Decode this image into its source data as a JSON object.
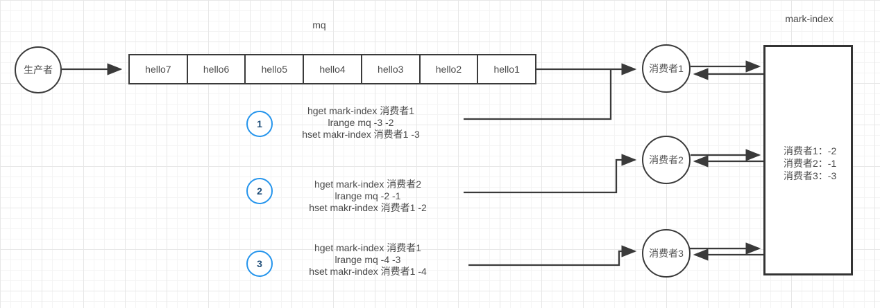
{
  "queue": {
    "title": "mq",
    "cells": [
      "hello7",
      "hello6",
      "hello5",
      "hello4",
      "hello3",
      "hello2",
      "hello1"
    ]
  },
  "producer": {
    "label": "生产者"
  },
  "consumers": [
    {
      "label": "消费者1"
    },
    {
      "label": "消费者2"
    },
    {
      "label": "消费者3"
    }
  ],
  "mark_index": {
    "title": "mark-index",
    "entries": [
      "消费者1：-2",
      "消费者2：-1",
      "消费者3：-3"
    ]
  },
  "steps": [
    {
      "number": "1",
      "lines": [
        "hget mark-index 消费者1",
        "lrange mq -3 -2",
        "hset makr-index 消费者1 -3"
      ]
    },
    {
      "number": "2",
      "lines": [
        "hget mark-index 消费者2",
        "lrange mq -2 -1",
        "hset makr-index 消费者1 -2"
      ]
    },
    {
      "number": "3",
      "lines": [
        "hget mark-index 消费者1",
        "lrange mq -4 -3",
        "hset makr-index 消费者1 -4"
      ]
    }
  ],
  "colors": {
    "accent_blue": "#2494ec",
    "stroke_dark": "#3a3a3a",
    "step_number": "#1f4e79"
  }
}
